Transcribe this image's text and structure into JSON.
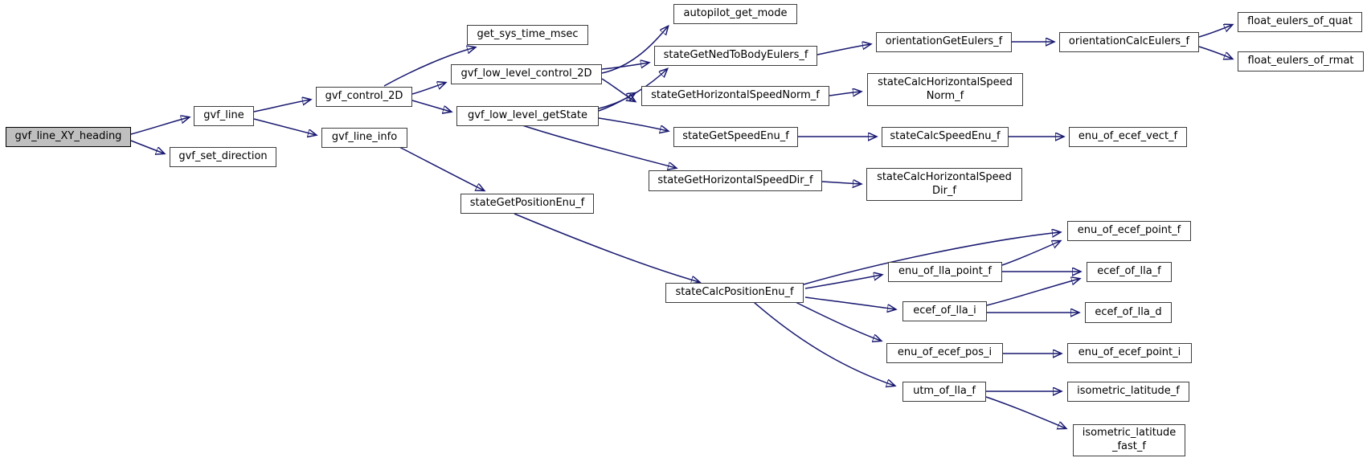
{
  "diagram": {
    "type": "call-graph",
    "colors": {
      "edge": "#191970",
      "node_border": "#3d3d3d",
      "node_fill": "#ffffff",
      "root_fill": "#bfbfbf",
      "text": "#000000",
      "background": "#ffffff"
    },
    "nodes": {
      "gvf_line_XY_heading": {
        "label": "gvf_line_XY_heading",
        "root": true
      },
      "gvf_line": {
        "label": "gvf_line"
      },
      "gvf_set_direction": {
        "label": "gvf_set_direction"
      },
      "gvf_control_2D": {
        "label": "gvf_control_2D"
      },
      "gvf_line_info": {
        "label": "gvf_line_info"
      },
      "get_sys_time_msec": {
        "label": "get_sys_time_msec"
      },
      "gvf_low_level_control_2D": {
        "label": "gvf_low_level_control_2D"
      },
      "gvf_low_level_getState": {
        "label": "gvf_low_level_getState"
      },
      "autopilot_get_mode": {
        "label": "autopilot_get_mode"
      },
      "stateGetNedToBodyEulers_f": {
        "label": "stateGetNedToBodyEulers_f"
      },
      "stateGetHorizontalSpeedNorm_f": {
        "label": "stateGetHorizontalSpeedNorm_f"
      },
      "stateGetSpeedEnu_f": {
        "label": "stateGetSpeedEnu_f"
      },
      "stateGetHorizontalSpeedDir_f": {
        "label": "stateGetHorizontalSpeedDir_f"
      },
      "stateGetPositionEnu_f": {
        "label": "stateGetPositionEnu_f"
      },
      "orientationGetEulers_f": {
        "label": "orientationGetEulers_f"
      },
      "orientationCalcEulers_f": {
        "label": "orientationCalcEulers_f"
      },
      "float_eulers_of_quat": {
        "label": "float_eulers_of_quat"
      },
      "float_eulers_of_rmat": {
        "label": "float_eulers_of_rmat"
      },
      "stateCalcHorizontalSpeedNorm_f": {
        "label": "stateCalcHorizontalSpeed\nNorm_f"
      },
      "stateCalcSpeedEnu_f": {
        "label": "stateCalcSpeedEnu_f"
      },
      "enu_of_ecef_vect_f": {
        "label": "enu_of_ecef_vect_f"
      },
      "stateCalcHorizontalSpeedDir_f": {
        "label": "stateCalcHorizontalSpeed\nDir_f"
      },
      "stateCalcPositionEnu_f": {
        "label": "stateCalcPositionEnu_f"
      },
      "enu_of_ecef_point_f": {
        "label": "enu_of_ecef_point_f"
      },
      "enu_of_lla_point_f": {
        "label": "enu_of_lla_point_f"
      },
      "ecef_of_lla_f": {
        "label": "ecef_of_lla_f"
      },
      "ecef_of_lla_i": {
        "label": "ecef_of_lla_i"
      },
      "ecef_of_lla_d": {
        "label": "ecef_of_lla_d"
      },
      "enu_of_ecef_pos_i": {
        "label": "enu_of_ecef_pos_i"
      },
      "enu_of_ecef_point_i": {
        "label": "enu_of_ecef_point_i"
      },
      "utm_of_lla_f": {
        "label": "utm_of_lla_f"
      },
      "isometric_latitude_f": {
        "label": "isometric_latitude_f"
      },
      "isometric_latitude_fast_f": {
        "label": "isometric_latitude\n_fast_f"
      }
    },
    "edges": [
      {
        "from": "gvf_line_XY_heading",
        "to": "gvf_line"
      },
      {
        "from": "gvf_line_XY_heading",
        "to": "gvf_set_direction"
      },
      {
        "from": "gvf_line",
        "to": "gvf_control_2D"
      },
      {
        "from": "gvf_line",
        "to": "gvf_line_info"
      },
      {
        "from": "gvf_control_2D",
        "to": "get_sys_time_msec"
      },
      {
        "from": "gvf_control_2D",
        "to": "gvf_low_level_control_2D"
      },
      {
        "from": "gvf_control_2D",
        "to": "gvf_low_level_getState"
      },
      {
        "from": "gvf_line_info",
        "to": "stateGetPositionEnu_f"
      },
      {
        "from": "gvf_low_level_control_2D",
        "to": "autopilot_get_mode"
      },
      {
        "from": "gvf_low_level_control_2D",
        "to": "stateGetNedToBodyEulers_f"
      },
      {
        "from": "gvf_low_level_control_2D",
        "to": "stateGetHorizontalSpeedNorm_f"
      },
      {
        "from": "gvf_low_level_getState",
        "to": "stateGetNedToBodyEulers_f"
      },
      {
        "from": "gvf_low_level_getState",
        "to": "stateGetHorizontalSpeedNorm_f"
      },
      {
        "from": "gvf_low_level_getState",
        "to": "stateGetSpeedEnu_f"
      },
      {
        "from": "gvf_low_level_getState",
        "to": "stateGetHorizontalSpeedDir_f"
      },
      {
        "from": "stateGetNedToBodyEulers_f",
        "to": "orientationGetEulers_f"
      },
      {
        "from": "orientationGetEulers_f",
        "to": "orientationCalcEulers_f"
      },
      {
        "from": "orientationCalcEulers_f",
        "to": "float_eulers_of_quat"
      },
      {
        "from": "orientationCalcEulers_f",
        "to": "float_eulers_of_rmat"
      },
      {
        "from": "stateGetHorizontalSpeedNorm_f",
        "to": "stateCalcHorizontalSpeedNorm_f"
      },
      {
        "from": "stateGetSpeedEnu_f",
        "to": "stateCalcSpeedEnu_f"
      },
      {
        "from": "stateCalcSpeedEnu_f",
        "to": "enu_of_ecef_vect_f"
      },
      {
        "from": "stateGetHorizontalSpeedDir_f",
        "to": "stateCalcHorizontalSpeedDir_f"
      },
      {
        "from": "stateGetPositionEnu_f",
        "to": "stateCalcPositionEnu_f"
      },
      {
        "from": "stateCalcPositionEnu_f",
        "to": "enu_of_ecef_point_f"
      },
      {
        "from": "stateCalcPositionEnu_f",
        "to": "enu_of_lla_point_f"
      },
      {
        "from": "stateCalcPositionEnu_f",
        "to": "ecef_of_lla_i"
      },
      {
        "from": "stateCalcPositionEnu_f",
        "to": "enu_of_ecef_pos_i"
      },
      {
        "from": "stateCalcPositionEnu_f",
        "to": "utm_of_lla_f"
      },
      {
        "from": "enu_of_lla_point_f",
        "to": "enu_of_ecef_point_f"
      },
      {
        "from": "enu_of_lla_point_f",
        "to": "ecef_of_lla_f"
      },
      {
        "from": "ecef_of_lla_i",
        "to": "ecef_of_lla_f"
      },
      {
        "from": "ecef_of_lla_i",
        "to": "ecef_of_lla_d"
      },
      {
        "from": "enu_of_ecef_pos_i",
        "to": "enu_of_ecef_point_i"
      },
      {
        "from": "utm_of_lla_f",
        "to": "isometric_latitude_f"
      },
      {
        "from": "utm_of_lla_f",
        "to": "isometric_latitude_fast_f"
      }
    ]
  }
}
